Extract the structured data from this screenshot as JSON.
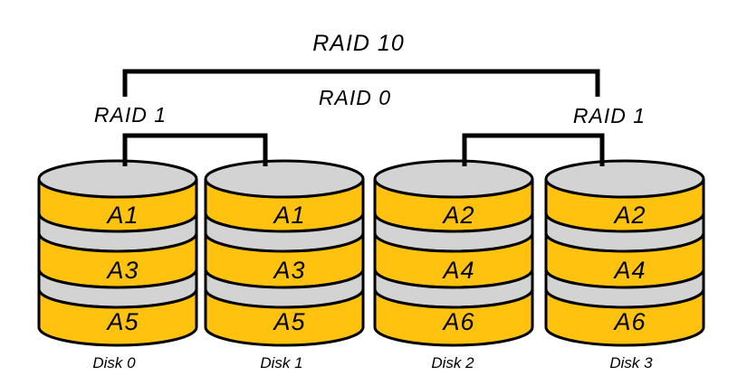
{
  "diagram": {
    "title": "RAID 10",
    "raid0_label": "RAID 0",
    "raid1_left_label": "RAID 1",
    "raid1_right_label": "RAID 1"
  },
  "colors": {
    "band_yellow": "#FFC20E",
    "separator_gray": "#D3D3D3",
    "line_black": "#000000",
    "background": "#FFFFFF"
  },
  "disks": [
    {
      "name": "Disk 0",
      "blocks": [
        "A1",
        "A3",
        "A5"
      ]
    },
    {
      "name": "Disk 1",
      "blocks": [
        "A1",
        "A3",
        "A5"
      ]
    },
    {
      "name": "Disk 2",
      "blocks": [
        "A2",
        "A4",
        "A6"
      ]
    },
    {
      "name": "Disk 3",
      "blocks": [
        "A2",
        "A4",
        "A6"
      ]
    }
  ]
}
